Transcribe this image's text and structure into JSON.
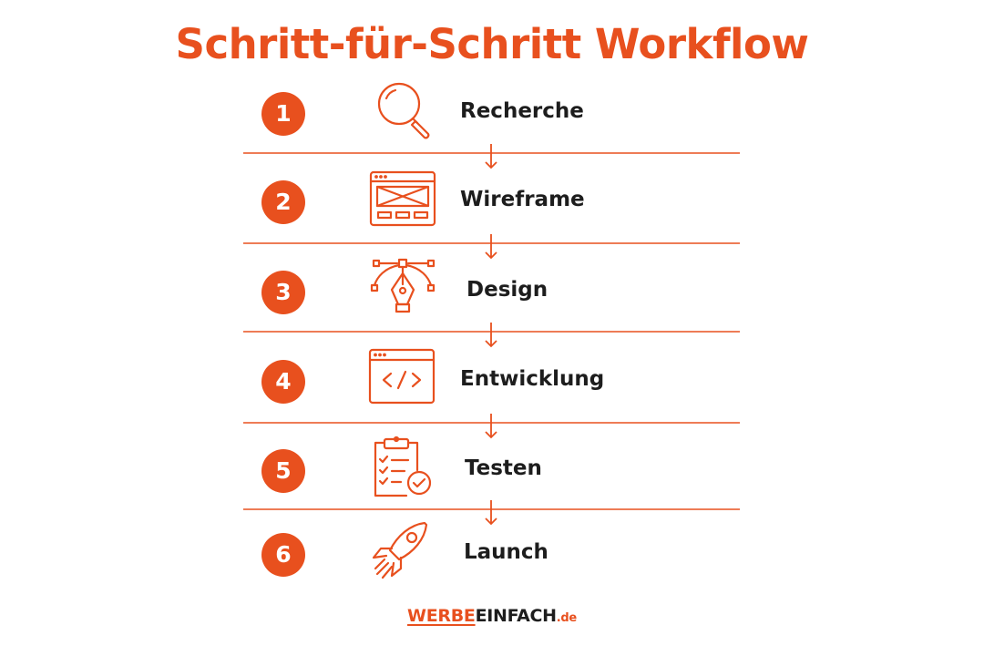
{
  "title": "Schritt-für-Schritt Workflow",
  "accent_color": "#E8501E",
  "text_color": "#1d1d1d",
  "steps": [
    {
      "number": "1",
      "label": "Recherche",
      "icon": "magnifier-icon"
    },
    {
      "number": "2",
      "label": "Wireframe",
      "icon": "wireframe-window-icon"
    },
    {
      "number": "3",
      "label": "Design",
      "icon": "pen-tool-bezier-icon"
    },
    {
      "number": "4",
      "label": "Entwicklung",
      "icon": "code-window-icon"
    },
    {
      "number": "5",
      "label": "Testen",
      "icon": "clipboard-checklist-icon"
    },
    {
      "number": "6",
      "label": "Launch",
      "icon": "rocket-icon"
    }
  ],
  "logo": {
    "part1": "WERBE",
    "part2": "EINFACH",
    "part3": ".de"
  }
}
